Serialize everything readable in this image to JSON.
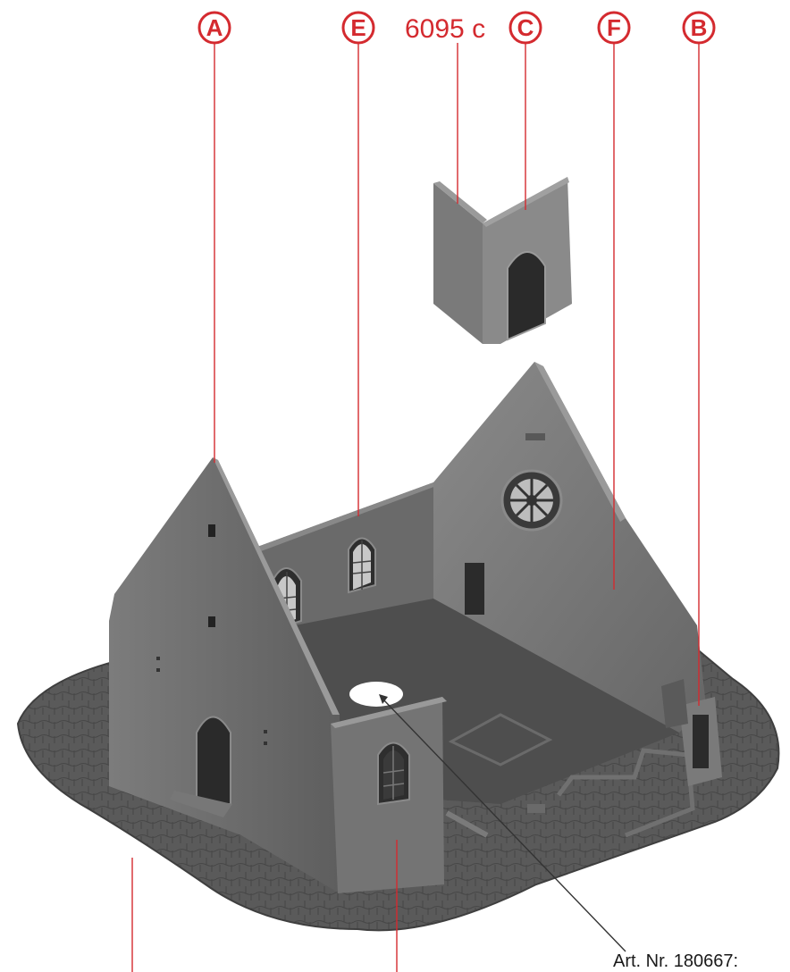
{
  "callouts": {
    "a": "A",
    "e": "E",
    "c": "C",
    "f": "F",
    "b": "B"
  },
  "part_number": "6095 c",
  "article_note": "Art. Nr. 180667:",
  "colors": {
    "callout_red": "#d42a2f",
    "model_gray": "#6f6f6f",
    "base_gray": "#5c5c5c"
  }
}
